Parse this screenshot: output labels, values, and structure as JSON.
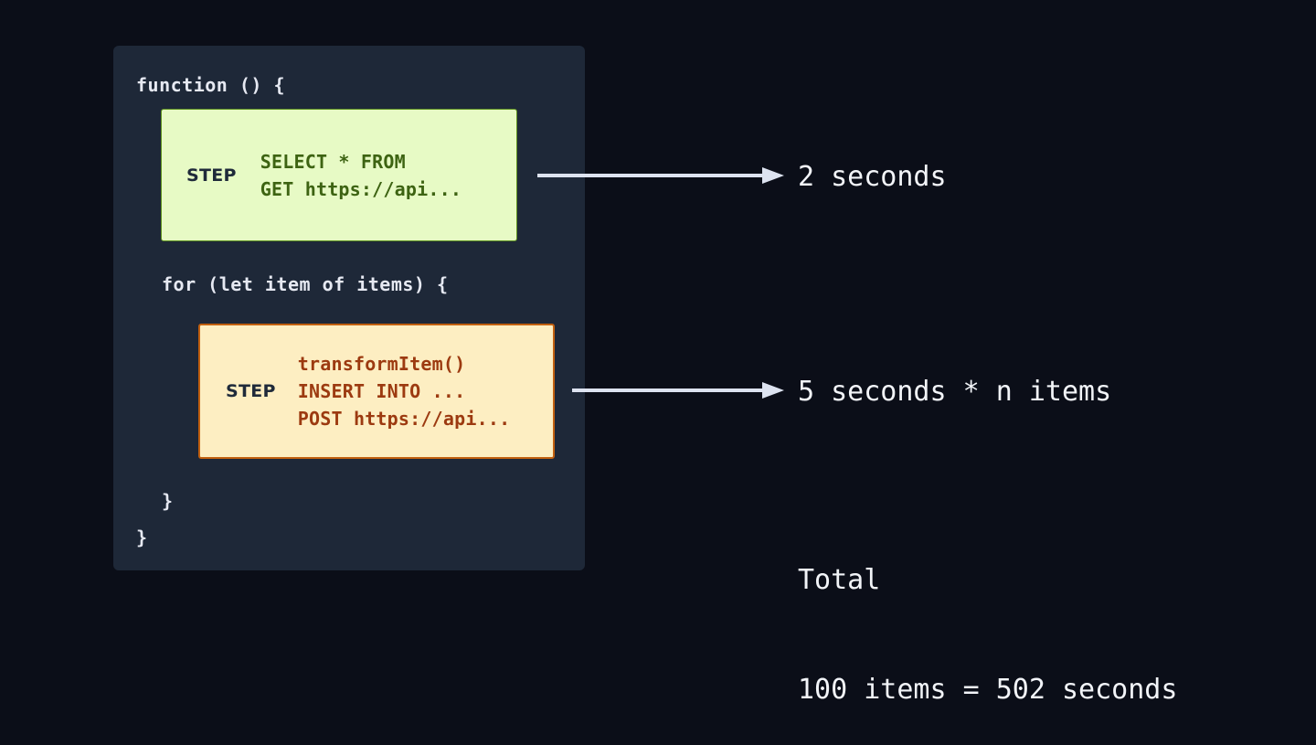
{
  "page": {
    "background_color": "#0b0e18"
  },
  "code_panel": {
    "background_color": "#1e2838",
    "lines": {
      "function_open": "function () {",
      "for_open": "for (let item of items) {",
      "for_close": "}",
      "function_close": "}"
    },
    "steps": [
      {
        "label": "STEP",
        "code_lines": "SELECT * FROM\nGET https://api...",
        "fill_color": "#e7fac5",
        "border_color": "#5f9320",
        "text_color": "#3d6312"
      },
      {
        "label": "STEP",
        "code_lines": "transformItem()\nINSERT INTO ...\nPOST https://api...",
        "fill_color": "#fdeec2",
        "border_color": "#c2600f",
        "text_color": "#9c3a10"
      }
    ]
  },
  "annotations": {
    "arrow_color": "#dde3f0",
    "step_1_duration": "2 seconds",
    "step_2_duration": "5 seconds * n items",
    "total": {
      "title": "Total",
      "value": "100 items = 502 seconds"
    }
  }
}
